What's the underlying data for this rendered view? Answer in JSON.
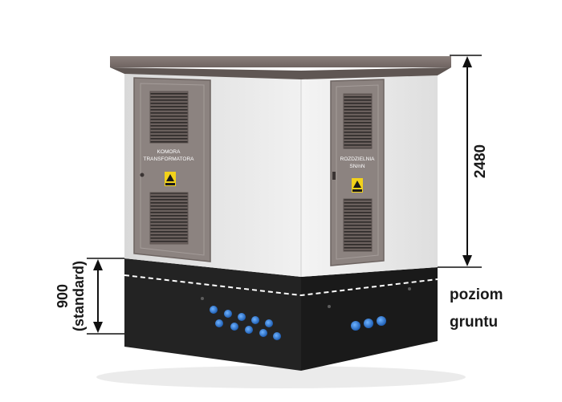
{
  "door_left": {
    "line1": "KOMORA",
    "line2": "TRANSFORMATORA"
  },
  "door_right": {
    "line1": "ROZDZIELNIA",
    "line2": "SN/nN"
  },
  "dimensions": {
    "height_label": "2480",
    "base_label_line1": "900",
    "base_label_line2": "(standard)"
  },
  "ground_label": {
    "line1": "poziom",
    "line2": "gruntu"
  },
  "colors": {
    "roof": "#7d716d",
    "wall_light": "#ececec",
    "wall_shade": "#dcdcdc",
    "door": "#8c8380",
    "base": "#1f1f1f",
    "cable_holes": "#2f7fd6",
    "warning_sign": "#f2d21a"
  }
}
